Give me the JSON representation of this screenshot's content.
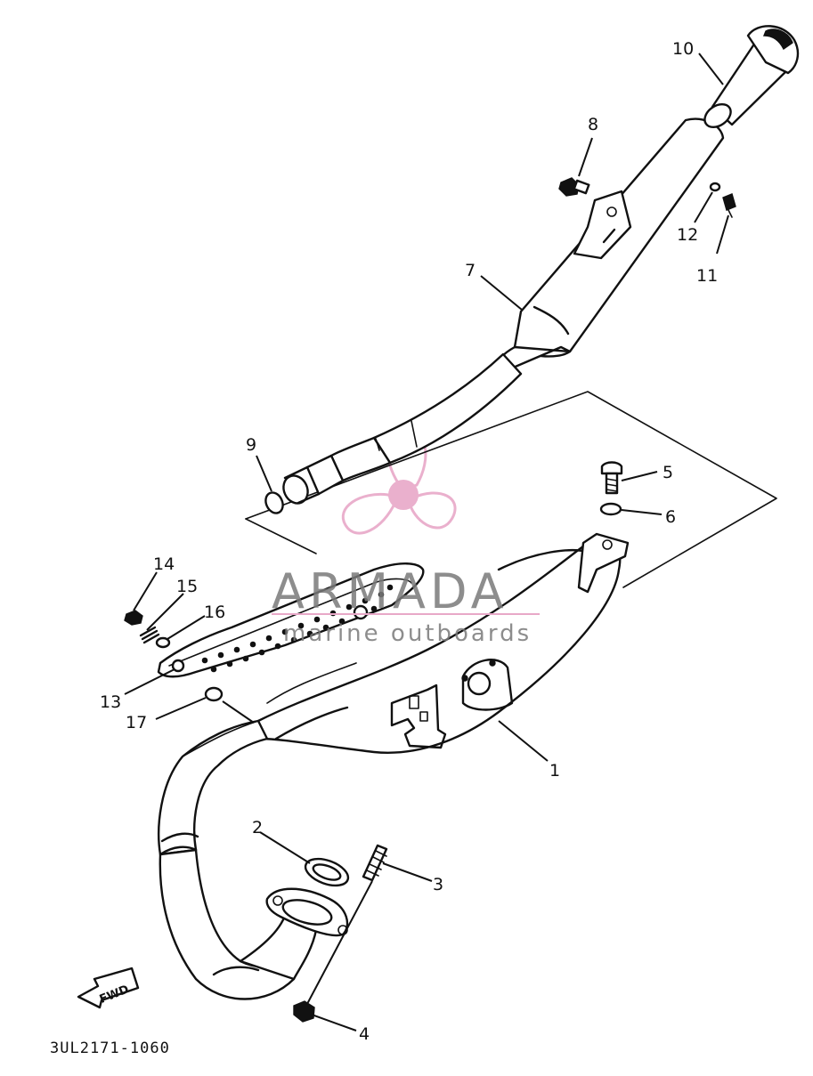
{
  "diagram_code": "3UL2171-1060",
  "fwd_label": "FWD",
  "watermark": {
    "brand": "ARMADA",
    "tagline": "marine outboards",
    "accent_color": "#e8a8c8",
    "text_color": "#7a7a7a"
  },
  "callouts": [
    {
      "id": "1",
      "label": "1"
    },
    {
      "id": "2",
      "label": "2"
    },
    {
      "id": "3",
      "label": "3"
    },
    {
      "id": "4",
      "label": "4"
    },
    {
      "id": "5",
      "label": "5"
    },
    {
      "id": "6",
      "label": "6"
    },
    {
      "id": "7",
      "label": "7"
    },
    {
      "id": "8",
      "label": "8"
    },
    {
      "id": "9",
      "label": "9"
    },
    {
      "id": "10",
      "label": "10"
    },
    {
      "id": "11",
      "label": "11"
    },
    {
      "id": "12",
      "label": "12"
    },
    {
      "id": "13",
      "label": "13"
    },
    {
      "id": "14",
      "label": "14"
    },
    {
      "id": "15",
      "label": "15"
    },
    {
      "id": "16",
      "label": "16"
    },
    {
      "id": "17",
      "label": "17"
    }
  ]
}
